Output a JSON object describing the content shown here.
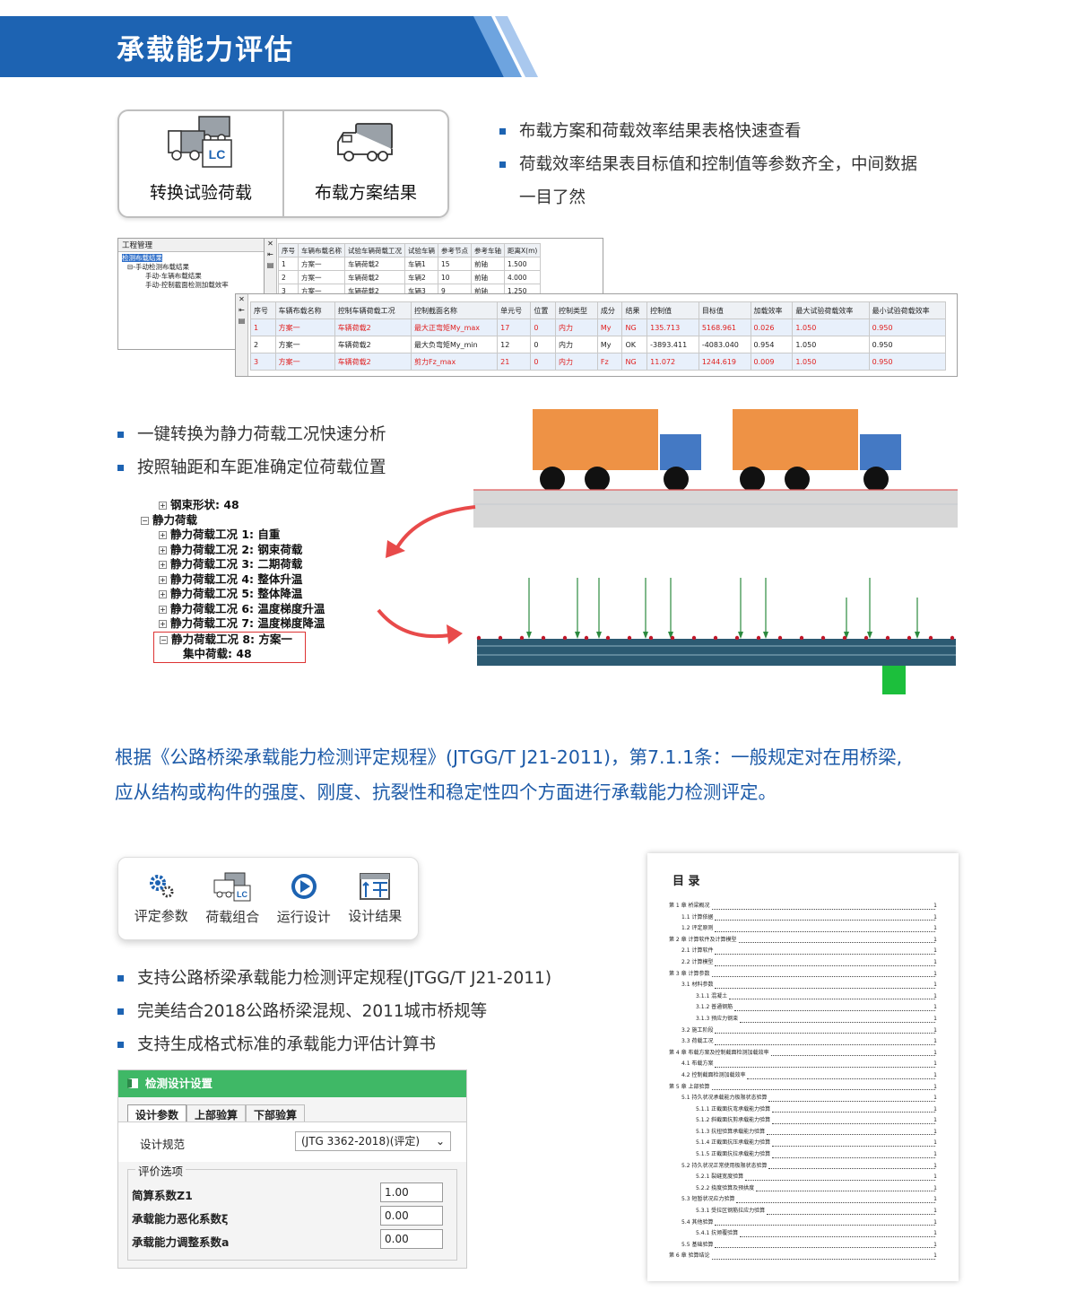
{
  "header": {
    "title": "承载能力评估"
  },
  "card": {
    "items": [
      {
        "label": "转换试验荷载",
        "badge": "LC"
      },
      {
        "label": "布载方案结果"
      }
    ]
  },
  "bullets1": [
    "布载方案和荷载效率结果表格快速查看",
    "荷载效率结果表目标值和控制值等参数齐全，中间数据",
    "一目了然"
  ],
  "project_window": {
    "title": "工程管理",
    "tree": [
      "检测布载结果",
      "⊟-手动检测布载结果",
      "手动-车辆布载结果",
      "手动-控制截面检测加载效率"
    ]
  },
  "table1": {
    "headers": [
      "序号",
      "车辆布载名称",
      "试验车辆荷载工况",
      "试验车辆",
      "参考节点",
      "参考车轴",
      "距离X(m)"
    ],
    "rows": [
      [
        "1",
        "方案一",
        "车辆荷载2",
        "车辆1",
        "15",
        "前轴",
        "1.500"
      ],
      [
        "2",
        "方案一",
        "车辆荷载2",
        "车辆2",
        "10",
        "前轴",
        "4.000"
      ],
      [
        "3",
        "方案一",
        "车辆荷载2",
        "车辆3",
        "9",
        "前轴",
        "1.250"
      ]
    ]
  },
  "table2": {
    "headers": [
      "序号",
      "车辆布载名称",
      "控制车辆荷载工况",
      "控制截面名称",
      "单元号",
      "位置",
      "控制类型",
      "成分",
      "结果",
      "控制值",
      "目标值",
      "加载效率",
      "最大试验荷载效率",
      "最小试验荷载效率"
    ],
    "rows": [
      {
        "red": true,
        "cells": [
          "1",
          "方案一",
          "车辆荷载2",
          "最大正弯矩My_max",
          "17",
          "0",
          "内力",
          "My",
          "NG",
          "135.713",
          "5168.961",
          "0.026",
          "1.050",
          "0.950"
        ]
      },
      {
        "red": false,
        "cells": [
          "2",
          "方案一",
          "车辆荷载2",
          "最大负弯矩My_min",
          "12",
          "0",
          "内力",
          "My",
          "OK",
          "-3893.411",
          "-4083.040",
          "0.954",
          "1.050",
          "0.950"
        ]
      },
      {
        "red": true,
        "cells": [
          "3",
          "方案一",
          "车辆荷载2",
          "剪力Fz_max",
          "21",
          "0",
          "内力",
          "Fz",
          "NG",
          "11.072",
          "1244.619",
          "0.009",
          "1.050",
          "0.950"
        ]
      }
    ]
  },
  "bullets2": [
    "一键转换为静力荷载工况快速分析",
    "按照轴距和车距准确定位荷载位置"
  ],
  "load_tree": {
    "top": "钢束形状: 48",
    "group": "静力荷载",
    "items": [
      "静力荷载工况 1: 自重",
      "静力荷载工况 2: 钢束荷载",
      "静力荷载工况 3: 二期荷载",
      "静力荷载工况 4: 整体升温",
      "静力荷载工况 5: 整体降温",
      "静力荷载工况 6: 温度梯度升温",
      "静力荷载工况 7: 温度梯度降温"
    ],
    "selected": "静力荷载工况 8: 方案一",
    "child": "集中荷载: 48"
  },
  "colors": {
    "accent": "#1d63b2",
    "truck_cargo": "#ee9245",
    "truck_cab": "#4479c4",
    "arrow": "#e84a4a",
    "green": "#3fb866"
  },
  "paragraph": [
    "根据《公路桥梁承载能力检测评定规程》(JTGG/T J21-2011)，第7.1.1条：一般规定对在用桥梁,",
    "应从结构或构件的强度、刚度、抗裂性和稳定性四个方面进行承载能力检测评定。"
  ],
  "toolbar": {
    "items": [
      {
        "label": "评定参数",
        "icon": "gears-icon"
      },
      {
        "label": "荷载组合",
        "icon": "truck-lc-icon"
      },
      {
        "label": "运行设计",
        "icon": "play-icon"
      },
      {
        "label": "设计结果",
        "icon": "table-icon"
      }
    ],
    "badge": "LC"
  },
  "bullets3": [
    "支持公路桥梁承载能力检测评定规程(JTGG/T J21-2011)",
    "完美结合2018公路桥梁混规、2011城市桥规等",
    "支持生成格式标准的承载能力评估计算书"
  ],
  "settings": {
    "title": "检测设计设置",
    "tabs": [
      "设计参数",
      "上部验算",
      "下部验算"
    ],
    "code_label": "设计规范",
    "code_value": "(JTG 3362-2018)(评定)",
    "group": "评价选项",
    "fields": [
      {
        "label": "简算系数Z1",
        "value": "1.00"
      },
      {
        "label": "承载能力恶化系数ξ",
        "value": "0.00"
      },
      {
        "label": "承载能力调整系数a",
        "value": "0.00"
      }
    ]
  },
  "toc": {
    "title": "目 录",
    "rows": [
      {
        "t": "第 1 章  桥梁概况",
        "lv": 0
      },
      {
        "t": "1.1 计算依据",
        "lv": 1
      },
      {
        "t": "1.2 评定原则",
        "lv": 1
      },
      {
        "t": "第 2 章  计算软件及计算模型",
        "lv": 0
      },
      {
        "t": "2.1 计算软件",
        "lv": 1
      },
      {
        "t": "2.2 计算模型",
        "lv": 1
      },
      {
        "t": "第 3 章  计算参数",
        "lv": 0
      },
      {
        "t": "3.1 材料参数",
        "lv": 1
      },
      {
        "t": "3.1.1 混凝土",
        "lv": 2
      },
      {
        "t": "3.1.2 普通钢筋",
        "lv": 2
      },
      {
        "t": "3.1.3 预应力钢束",
        "lv": 2
      },
      {
        "t": "3.2 施工阶段",
        "lv": 1
      },
      {
        "t": "3.3 荷载工况",
        "lv": 1
      },
      {
        "t": "第 4 章  布载方案及控制截面检测加载效率",
        "lv": 0
      },
      {
        "t": "4.1 布载方案",
        "lv": 1
      },
      {
        "t": "4.2 控制截面检测加载效率",
        "lv": 1
      },
      {
        "t": "第 5 章  上部验算",
        "lv": 0
      },
      {
        "t": "5.1 持久状况承载能力极限状态验算",
        "lv": 1
      },
      {
        "t": "5.1.1 正截面抗弯承载能力验算",
        "lv": 2
      },
      {
        "t": "5.1.2 斜截面抗剪承载能力验算",
        "lv": 2
      },
      {
        "t": "5.1.3 抗扭验算承载能力验算",
        "lv": 2
      },
      {
        "t": "5.1.4 正截面抗压承载能力验算",
        "lv": 2
      },
      {
        "t": "5.1.5 正截面抗拉承载能力验算",
        "lv": 2
      },
      {
        "t": "5.2 持久状况正常使用极限状态验算",
        "lv": 1
      },
      {
        "t": "5.2.1 裂缝宽度验算",
        "lv": 2
      },
      {
        "t": "5.2.2 挠度验算及预拱度",
        "lv": 2
      },
      {
        "t": "5.3 短暂状况应力验算",
        "lv": 1
      },
      {
        "t": "5.3.1 受拉区钢筋拉应力验算",
        "lv": 2
      },
      {
        "t": "5.4 其他验算",
        "lv": 1
      },
      {
        "t": "5.4.1 抗倾覆验算",
        "lv": 2
      },
      {
        "t": "5.5 基础验算",
        "lv": 1
      },
      {
        "t": "第 6 章  验算结论",
        "lv": 0
      }
    ],
    "page": "1"
  }
}
